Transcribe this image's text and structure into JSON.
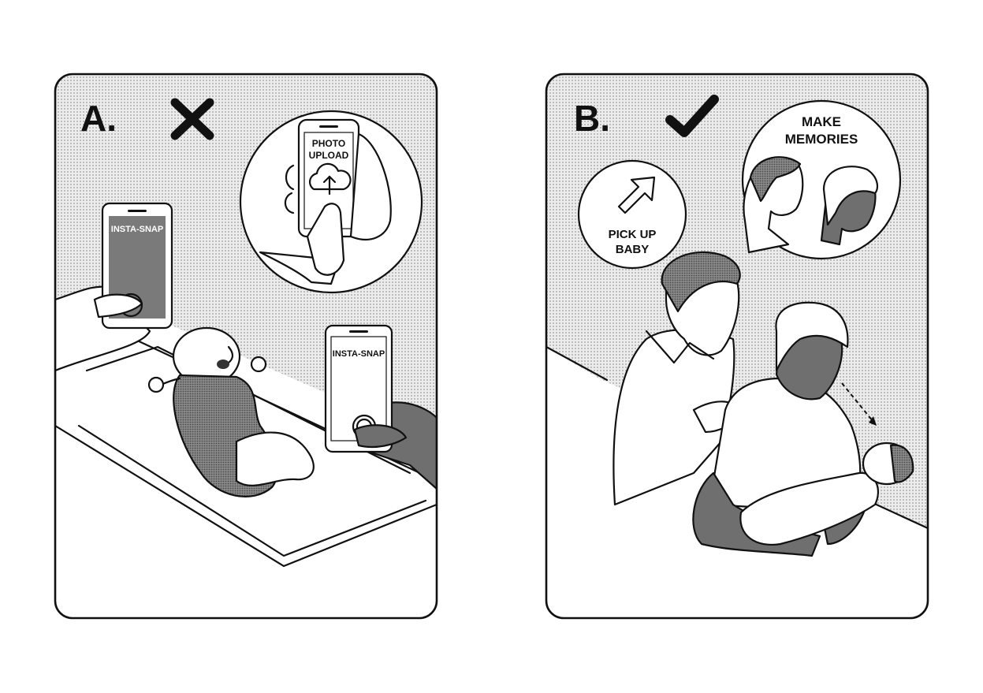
{
  "panels": [
    {
      "letter": "A.",
      "verdict_icon": "cross-icon",
      "bubble_text_line1": "PHOTO",
      "bubble_text_line2": "UPLOAD",
      "bubble_icon": "cloud-upload-icon",
      "phone_left_label": "INSTA-SNAP",
      "phone_right_label": "INSTA-SNAP"
    },
    {
      "letter": "B.",
      "verdict_icon": "check-icon",
      "bubble_small_line1": "PICK UP",
      "bubble_small_line2": "BABY",
      "bubble_small_icon": "arrow-up-right-icon",
      "bubble_large_line1": "MAKE",
      "bubble_large_line2": "MEMORIES"
    }
  ],
  "colors": {
    "ink": "#111111",
    "screen_gray": "#7a7a7a",
    "skin_dark": "#6f6f6f",
    "dot_bg": "#d9d9d9",
    "paper": "#ffffff"
  }
}
